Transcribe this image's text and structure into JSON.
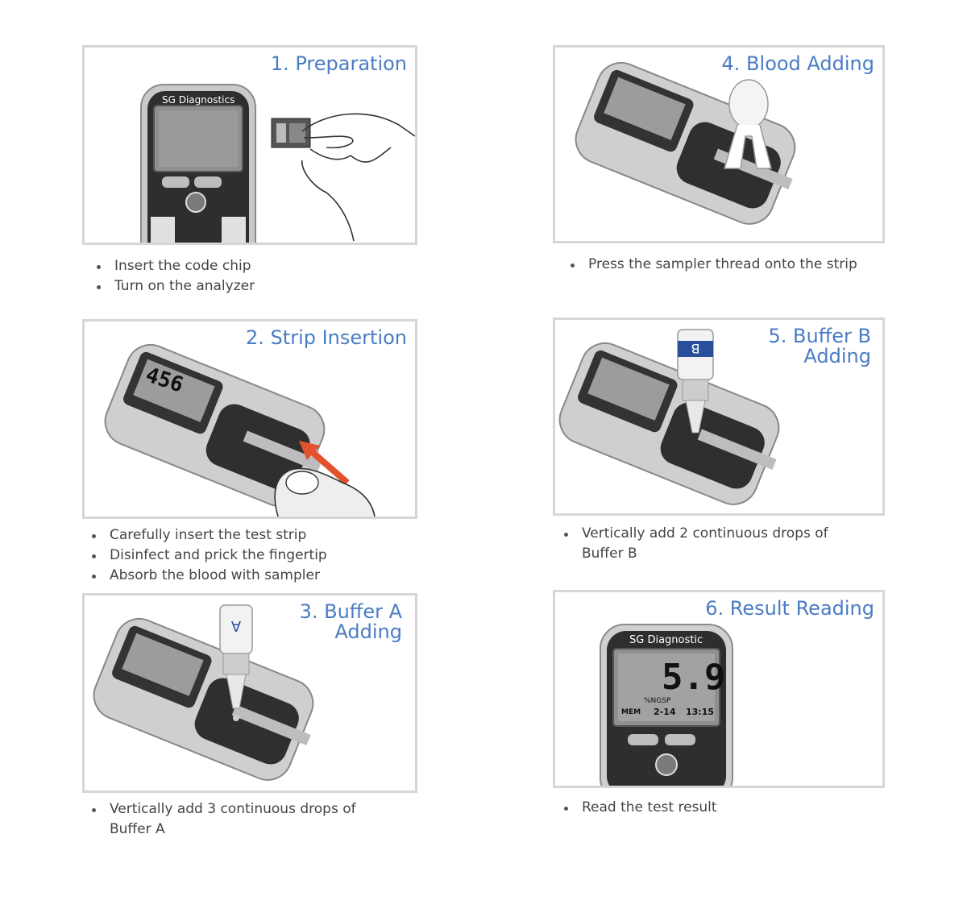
{
  "steps": [
    {
      "title": "1. Preparation",
      "brand": "SG Diagnostics",
      "items": [
        "Insert the code chip",
        "Turn on the analyzer"
      ]
    },
    {
      "title": "2. Strip Insertion",
      "display": "456",
      "items": [
        "Carefully insert the test strip",
        "Disinfect and prick the fingertip",
        "Absorb the blood with sampler"
      ]
    },
    {
      "title": "3. Buffer A\nAdding",
      "vial_label": "A",
      "items": [
        "Vertically add 3 continuous drops of Buffer A"
      ]
    },
    {
      "title": "4. Blood Adding",
      "items": [
        "Press the sampler thread onto the strip"
      ]
    },
    {
      "title": "5. Buffer B\nAdding",
      "vial_label": "B",
      "items": [
        "Vertically add 2 continuous drops of Buffer B"
      ]
    },
    {
      "title": "6. Result Reading",
      "brand": "SG Diagnostic",
      "display": "5.9",
      "unit": "%NGSP",
      "mem": "MEM",
      "date": "2-14",
      "time": "13:15",
      "items": [
        "Read the test result"
      ]
    }
  ]
}
